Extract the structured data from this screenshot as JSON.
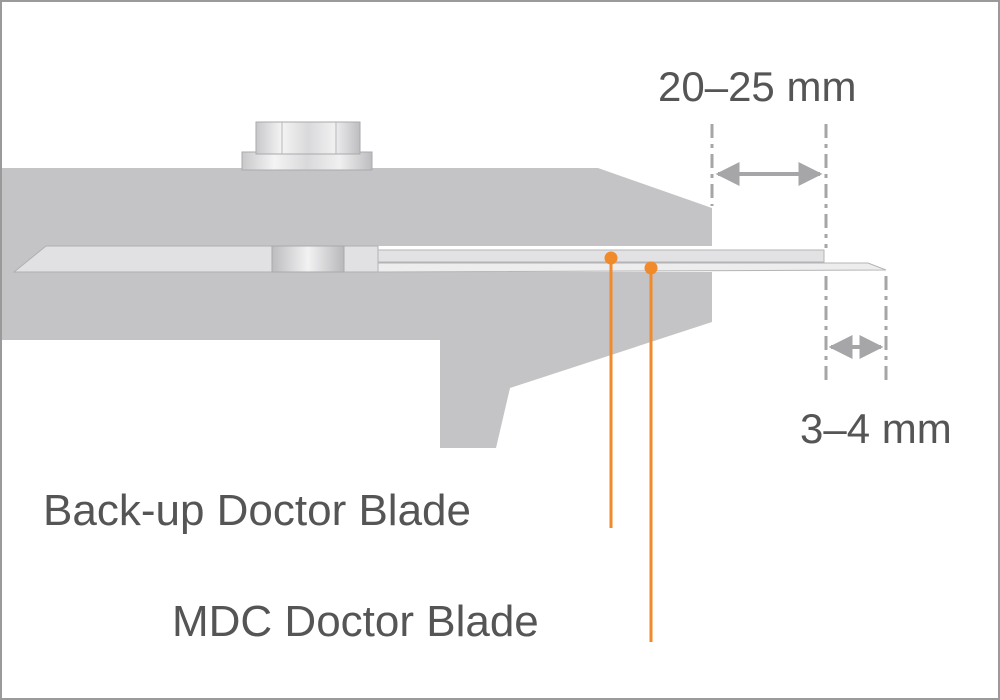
{
  "diagram": {
    "dimensions": {
      "overhang": "20–25 mm",
      "extension": "3–4 mm"
    },
    "callouts": {
      "backup_blade": "Back-up Doctor Blade",
      "mdc_blade": "MDC Doctor Blade"
    },
    "colors": {
      "holder": "#c4c4c6",
      "blade": "#dddddf",
      "leader": "#f18a2a",
      "dimension": "#a6a6a8",
      "text": "#555555",
      "border": "#9a9a9a"
    }
  }
}
